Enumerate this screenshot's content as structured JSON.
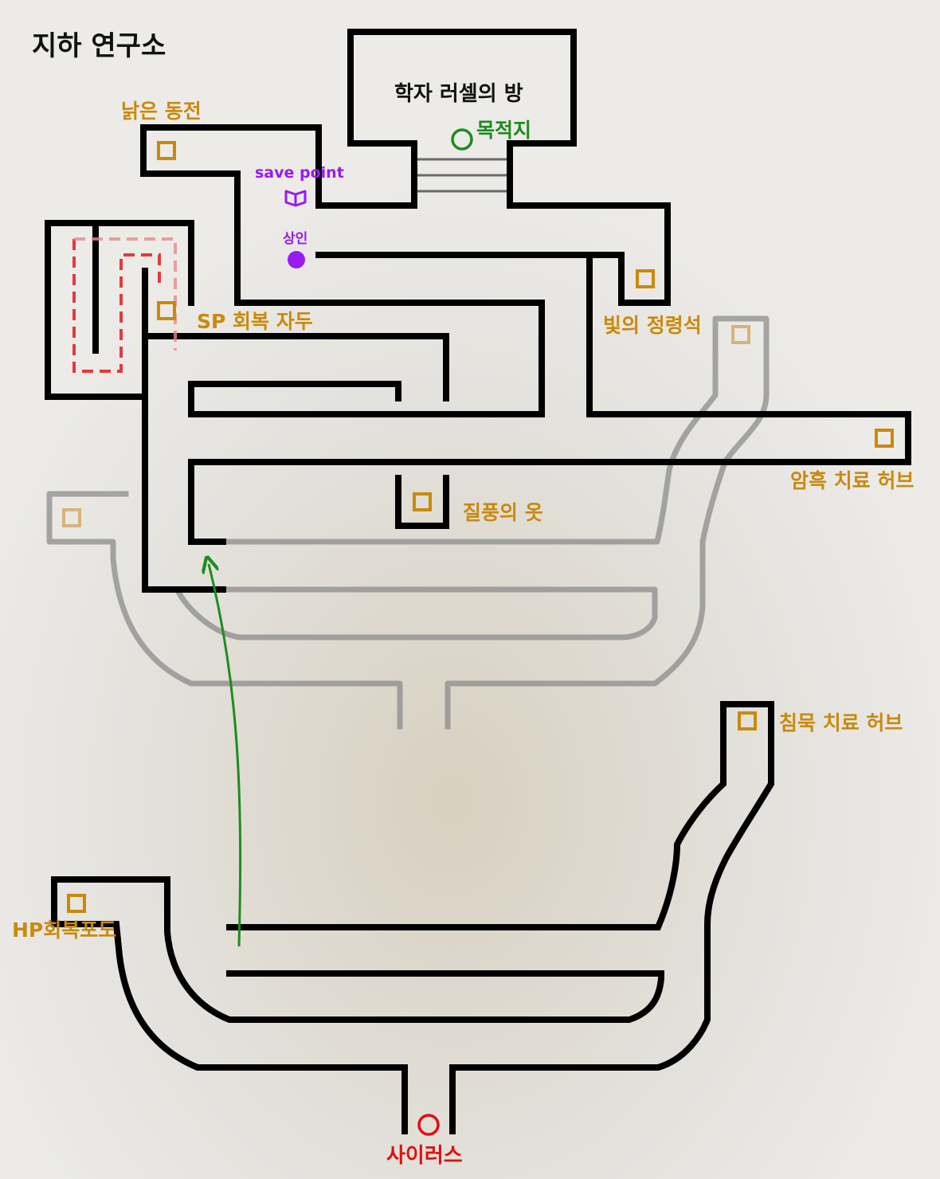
{
  "map": {
    "title": "지하 연구소",
    "room_name": "학자 러셀의 방",
    "destination": "목적지",
    "save_point": "save point",
    "merchant": "상인",
    "start": "사이러스",
    "items": {
      "old_coin": "낡은 동전",
      "sp_plum": "SP 회복 자두",
      "light_spirit_stone": "빛의 정령석",
      "darkness_cure_herb": "암흑 치료 허브",
      "gale_clothes": "질풍의 옷",
      "silence_cure_herb": "침묵 치료 허브",
      "hp_grape": "HP회복포도"
    },
    "colors": {
      "wall": "#000000",
      "faded_wall": "#8c8c8c",
      "item": "#c98a0c",
      "goal": "#1e8c1e",
      "start": "#e01010",
      "poi": "#9a1af0",
      "hint_path": "#e33b3b"
    }
  }
}
